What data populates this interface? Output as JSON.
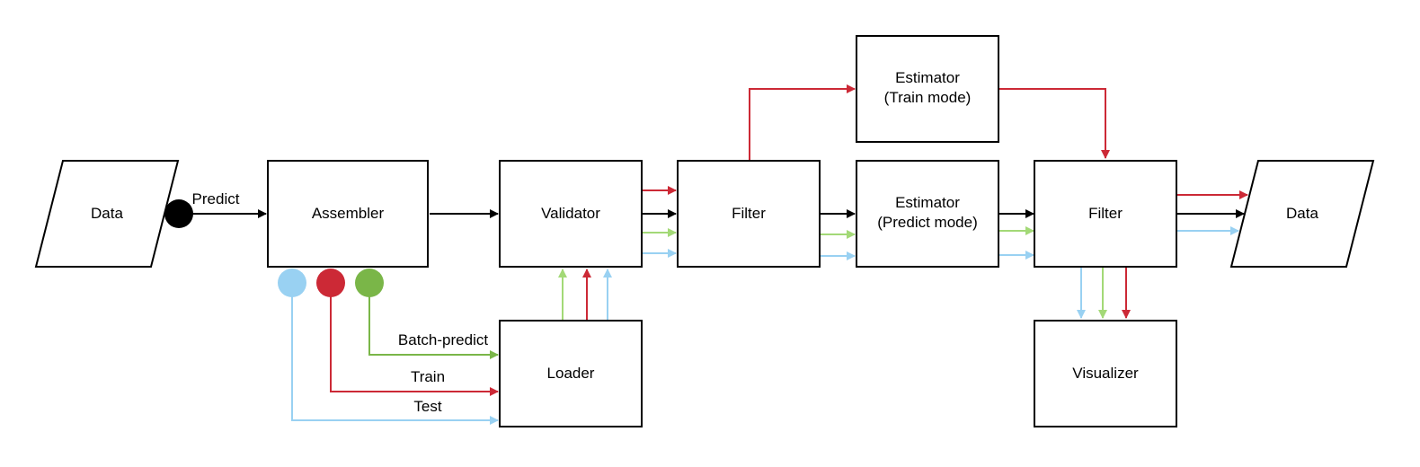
{
  "colors": {
    "black": "#000000",
    "red": "#CC2936",
    "green": "#7AB648",
    "blue": "#99D1F2",
    "light_green": "#A3D977"
  },
  "nodes": {
    "data_in": "Data",
    "assembler": "Assembler",
    "validator": "Validator",
    "loader": "Loader",
    "filter_1": "Filter",
    "estimator_train": [
      "Estimator",
      "(Train mode)"
    ],
    "estimator_predict": [
      "Estimator",
      "(Predict mode)"
    ],
    "filter_2": "Filter",
    "visualizer": "Visualizer",
    "data_out": "Data"
  },
  "edge_labels": {
    "predict": "Predict",
    "batch_predict": "Batch-predict",
    "train": "Train",
    "test": "Test"
  },
  "ports": [
    {
      "name": "predict-port",
      "color": "#000000"
    },
    {
      "name": "test-port",
      "color": "#99D1F2"
    },
    {
      "name": "train-port",
      "color": "#CC2936"
    },
    {
      "name": "batch-predict-port",
      "color": "#7AB648"
    }
  ]
}
